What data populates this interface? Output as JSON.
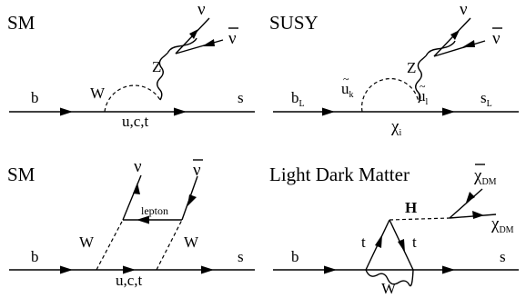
{
  "panels": {
    "sm_penguin": {
      "title": "SM",
      "b": "b",
      "s": "s",
      "w": "W",
      "z": "Z",
      "quarks": "u,c,t",
      "nu": "ν",
      "nubar": "ν"
    },
    "susy": {
      "title": "SUSY",
      "b": "b",
      "b_sub": "L",
      "s": "s",
      "s_sub": "L",
      "uk": "u",
      "uk_sub": "k",
      "ul": "u",
      "ul_sub": "l",
      "chi": "χ",
      "chi_sub": "i",
      "z": "Z",
      "nu": "ν",
      "nubar": "ν"
    },
    "sm_box": {
      "title": "SM",
      "b": "b",
      "s": "s",
      "w_left": "W",
      "w_right": "W",
      "quarks": "u,c,t",
      "lepton": "lepton",
      "nu": "ν",
      "nubar": "ν"
    },
    "ldm": {
      "title": "Light Dark Matter",
      "b": "b",
      "s": "s",
      "t_left": "t",
      "t_right": "t",
      "w": "W",
      "h": "H",
      "chi_bar": "χ",
      "chi_bar_sub": "DM",
      "chi": "χ",
      "chi_sub": "DM"
    }
  }
}
